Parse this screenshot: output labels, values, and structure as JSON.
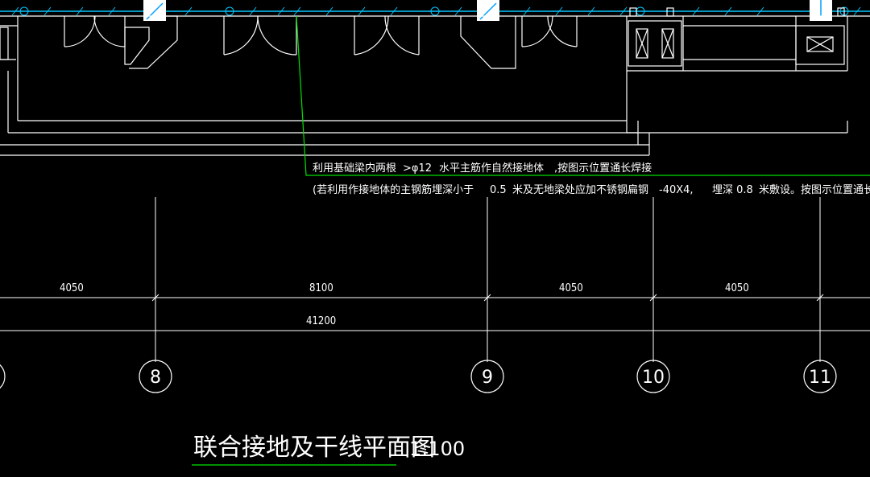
{
  "drawing": {
    "note_line1": {
      "a": "利用基础梁内两根",
      "b": ">φ12",
      "c": "水平主筋作自然接地体",
      "d": ",按图示位置通长焊接"
    },
    "note_line2": {
      "a": "(若利用作接地体的主钢筋埋深小于",
      "b": "0.5",
      "c": "米及无地梁处应加不锈钢扁钢",
      "d": "-40X4,",
      "e": "埋深 0.8",
      "f": "米敷设。按图示位置通长焊接"
    },
    "dimensions": {
      "d1": "4050",
      "d2": "8100",
      "d3": "4050",
      "d4": "4050",
      "total": "41200"
    },
    "axes": {
      "a8": "8",
      "a9": "9",
      "a10": "10",
      "a11": "11"
    },
    "title": "联合接地及干线平面图",
    "scale": "1:100"
  },
  "colors": {
    "background": "#000000",
    "line": "#ffffff",
    "grounding_line": "#00ff00",
    "cyan": "#00c8ff",
    "title_underline": "#00c000"
  }
}
